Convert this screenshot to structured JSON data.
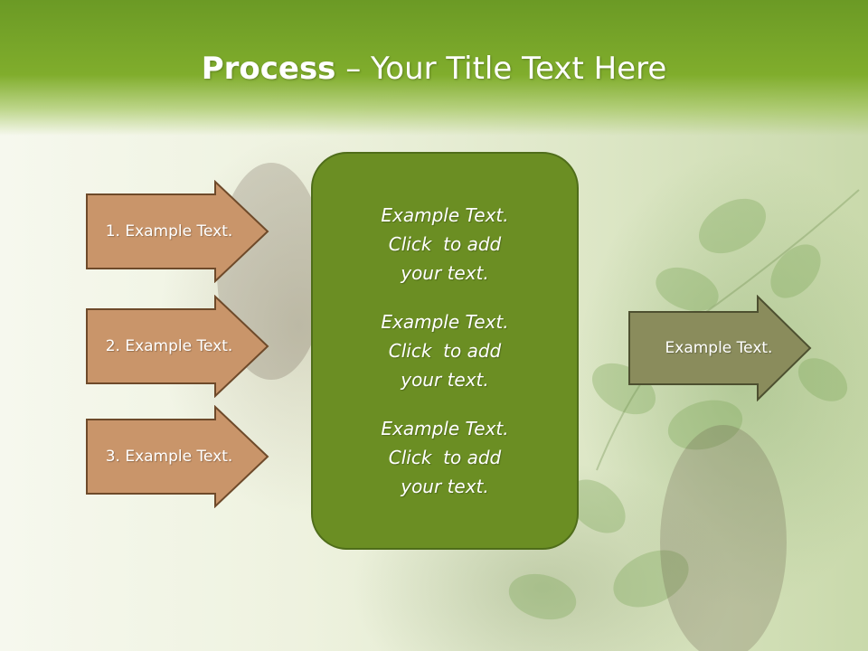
{
  "slide": {
    "title_bold": "Process",
    "title_rest": " – Your Title Text Here",
    "left_arrows": [
      {
        "label": "1. Example Text."
      },
      {
        "label": "2. Example Text."
      },
      {
        "label": "3. Example Text."
      }
    ],
    "center_blocks": [
      {
        "line1": "Example Text.",
        "line2": "Click  to add",
        "line3": "your text."
      },
      {
        "line1": "Example Text.",
        "line2": "Click  to add",
        "line3": "your text."
      },
      {
        "line1": "Example Text.",
        "line2": "Click  to add",
        "line3": "your text."
      }
    ],
    "right_arrow": {
      "label": "Example Text."
    }
  },
  "colors": {
    "header_green": "#7aa82a",
    "left_arrow_fill": "#c9956a",
    "left_arrow_border": "#6e4a2a",
    "center_box_fill": "#6b8e23",
    "right_arrow_fill": "#8a8c5c"
  }
}
